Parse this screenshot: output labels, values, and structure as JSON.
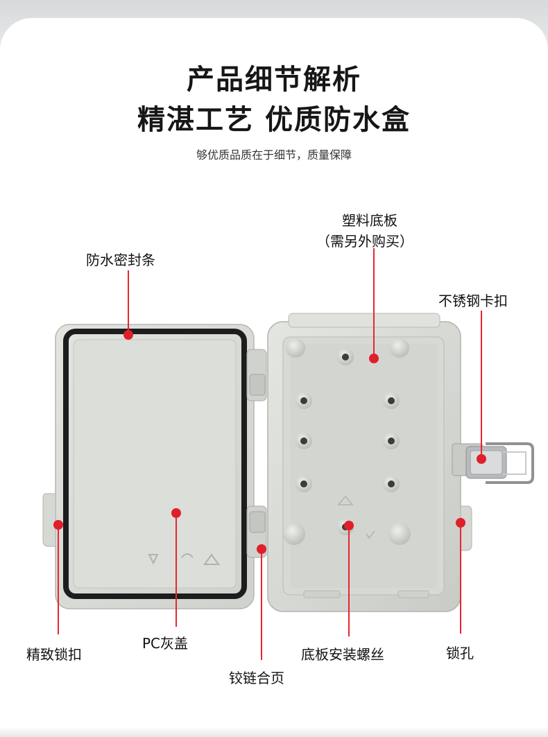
{
  "heading": {
    "line1": "产品细节解析",
    "line2": "精湛工艺 优质防水盒",
    "subtitle": "够优质品质在于细节，质量保障"
  },
  "callouts": {
    "plastic_plate": "塑料底板",
    "plastic_plate_note": "（需另外购买）",
    "seal_strip": "防水密封条",
    "steel_buckle": "不锈钢卡扣",
    "lock_buckle": "精致锁扣",
    "pc_cover": "PC灰盖",
    "hinge": "铰链合页",
    "mount_screws": "底板安装螺丝",
    "lock_hole": "锁孔"
  },
  "colors": {
    "accent_red": "#e01f2a",
    "box_grey": "#d9dbd6",
    "gasket_black": "#1d1d1d"
  }
}
